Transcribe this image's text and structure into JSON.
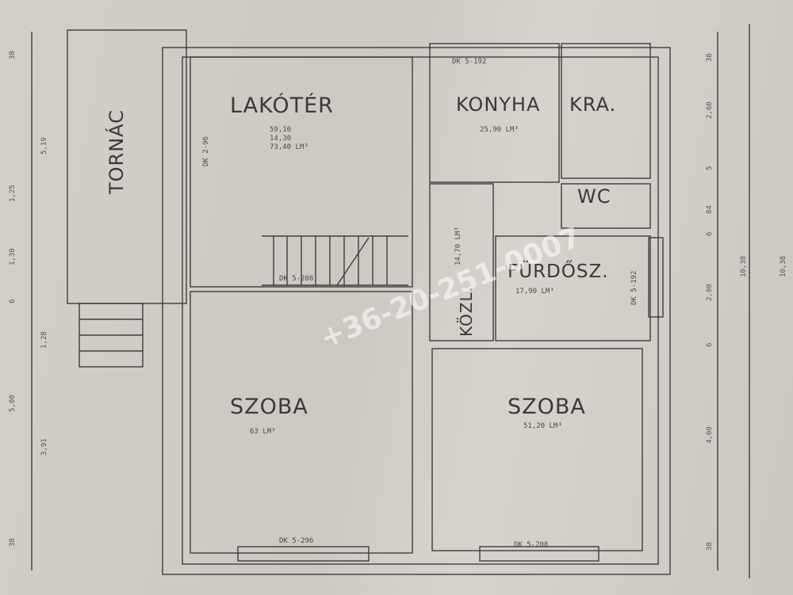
{
  "rooms": {
    "lakoter": {
      "name": "LAKÓTÉR",
      "area_lines": [
        "59,10",
        "14,30",
        "73,40 LM³"
      ]
    },
    "konyha": {
      "name": "KONYHA",
      "area": "25,90 LM³"
    },
    "kamra": {
      "name": "KRA."
    },
    "wc": {
      "name": "WC"
    },
    "furdoszoba": {
      "name": "FÜRDŐSZ.",
      "area": "17,90 LM³"
    },
    "kozlekedo": {
      "name": "KÖZL.",
      "area": "14,70 LM³"
    },
    "szoba_left": {
      "name": "SZOBA",
      "area": "63 LM³"
    },
    "szoba_right": {
      "name": "SZOBA",
      "area": "51,20 LM³"
    },
    "tornac": {
      "name": "TORNÁC"
    }
  },
  "openings": {
    "dk_top": "DK 5-192",
    "dk_lakoter_side": "DK 2-96",
    "dk_stair": "DK 5-208",
    "dk_furdo": "DK 5-192",
    "dk_bottom_left": "DK 5-296",
    "dk_bottom_right": "DK 5-208"
  },
  "dimensions": {
    "left": [
      "38",
      "5,19",
      "1,25",
      "1,30",
      "6",
      "1,28",
      "5,00",
      "3,91",
      "38"
    ],
    "right": [
      "38",
      "2,60",
      "5",
      "84",
      "6",
      "2,00",
      "6",
      "4,00",
      "38",
      "10,38",
      "10,38"
    ]
  },
  "watermark": "+36-20-251-0007",
  "colors": {
    "line": "#3d3d3d",
    "paper": "#cfcbc4"
  }
}
